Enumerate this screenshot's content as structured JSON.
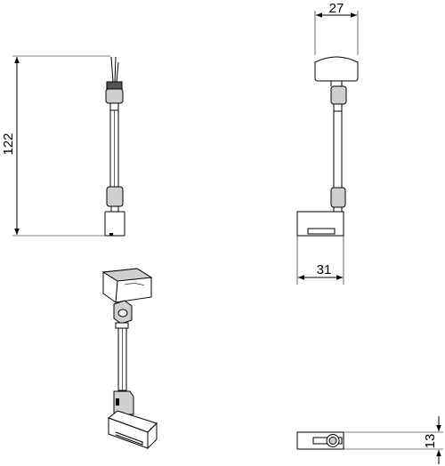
{
  "dimensions": {
    "height": "122",
    "top_width": "27",
    "base_width": "31",
    "base_height": "13"
  }
}
